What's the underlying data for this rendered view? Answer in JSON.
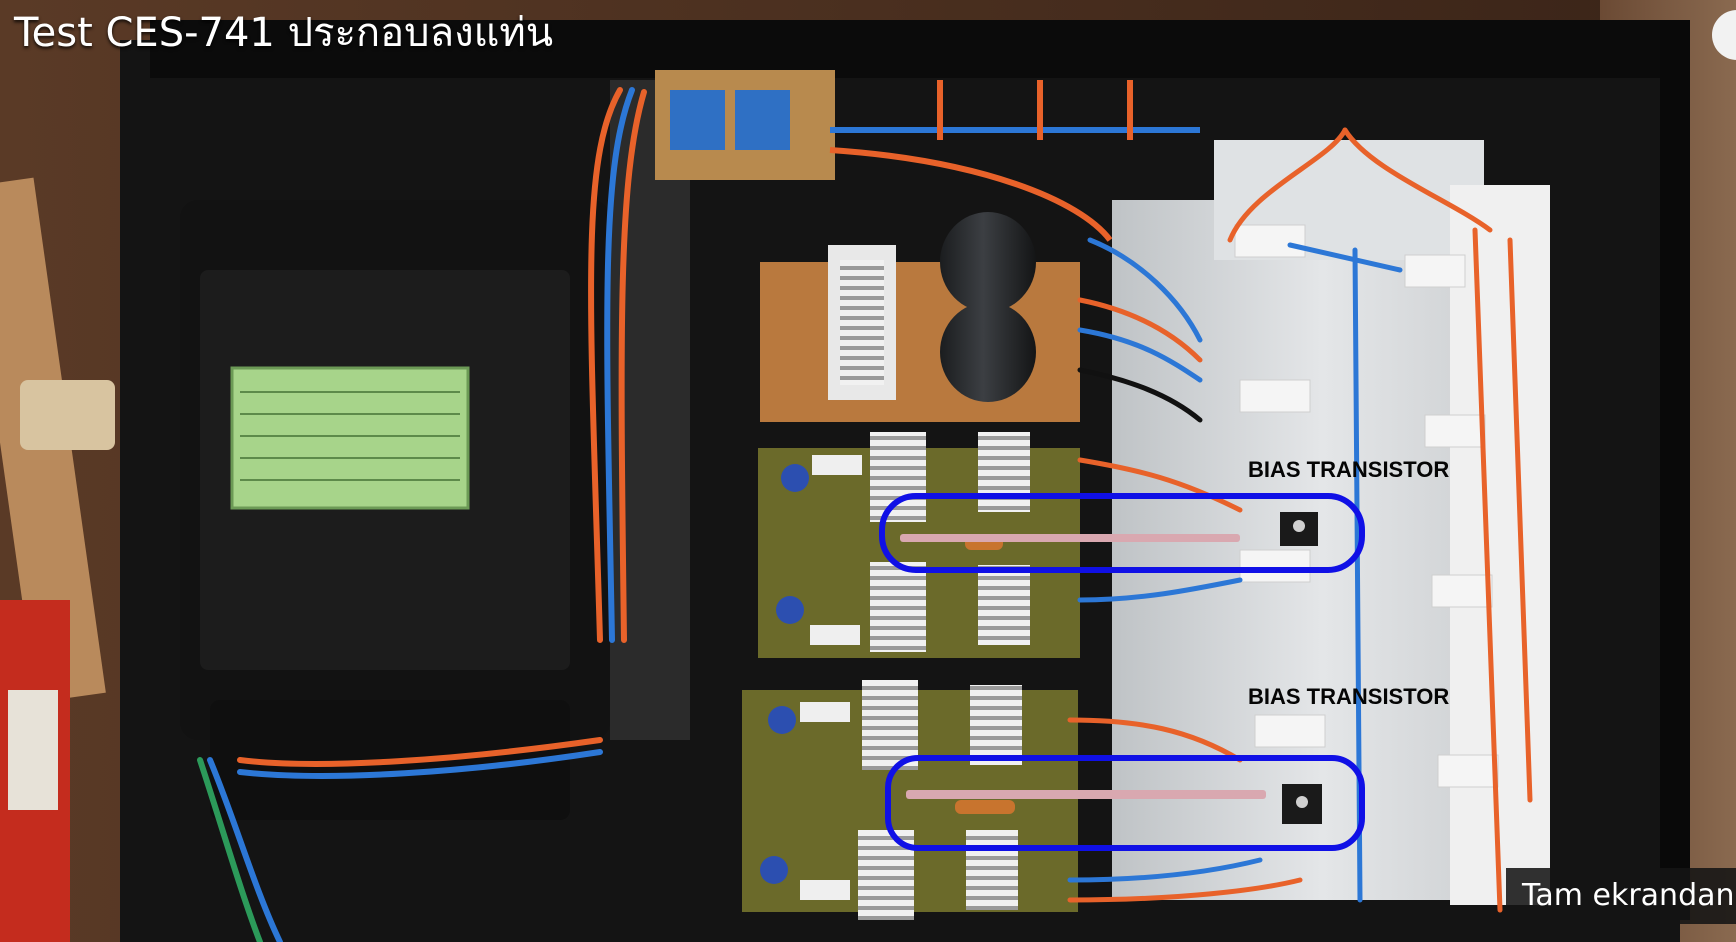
{
  "video": {
    "title": "Test CES-741 ประกอบลงแท่น"
  },
  "annotations": {
    "bias_label_upper": "BIAS TRANSISTOR",
    "bias_label_lower": "BIAS TRANSISTOR",
    "highlight_color": "#1010e6"
  },
  "player": {
    "fullscreen_label": "Tam ekrandan"
  }
}
